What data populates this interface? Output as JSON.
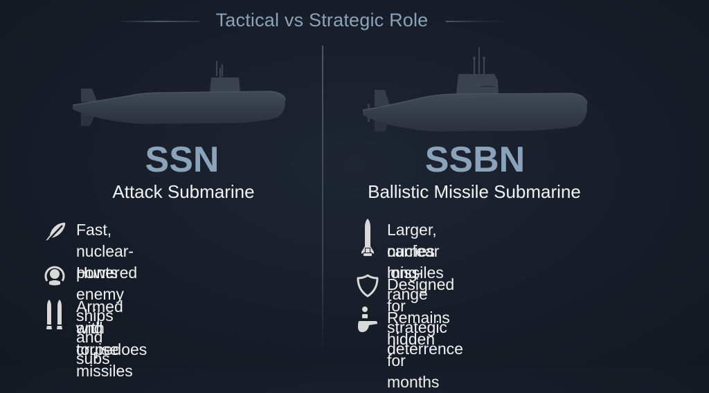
{
  "title": "Tactical vs Strategic Role",
  "left": {
    "code": "SSN",
    "name": "Attack Submarine",
    "items": [
      {
        "icon": "rocket-speed-icon",
        "lines": [
          "Fast, nuclear-powered"
        ]
      },
      {
        "icon": "target-person-icon",
        "lines": [
          "Hunts enemy ships and subs"
        ]
      },
      {
        "icon": "torpedoes-icon",
        "lines": [
          "Armed with torpedoes",
          "and cruise missiles"
        ]
      }
    ]
  },
  "right": {
    "code": "SSBN",
    "name": "Ballistic Missile Submarine",
    "items": [
      {
        "icon": "missile-icon",
        "lines": [
          "Larger, carries long-range",
          "nuclear missiles"
        ]
      },
      {
        "icon": "shield-icon",
        "lines": [
          "Designed for strategic deterrence"
        ]
      },
      {
        "icon": "hidden-person-icon",
        "lines": [
          "Remains hidden for months"
        ]
      }
    ]
  },
  "colors": {
    "background": "#171d28",
    "accent": "#8aa3bb",
    "text": "#f2f2f2",
    "submarine": "#363e4a"
  }
}
